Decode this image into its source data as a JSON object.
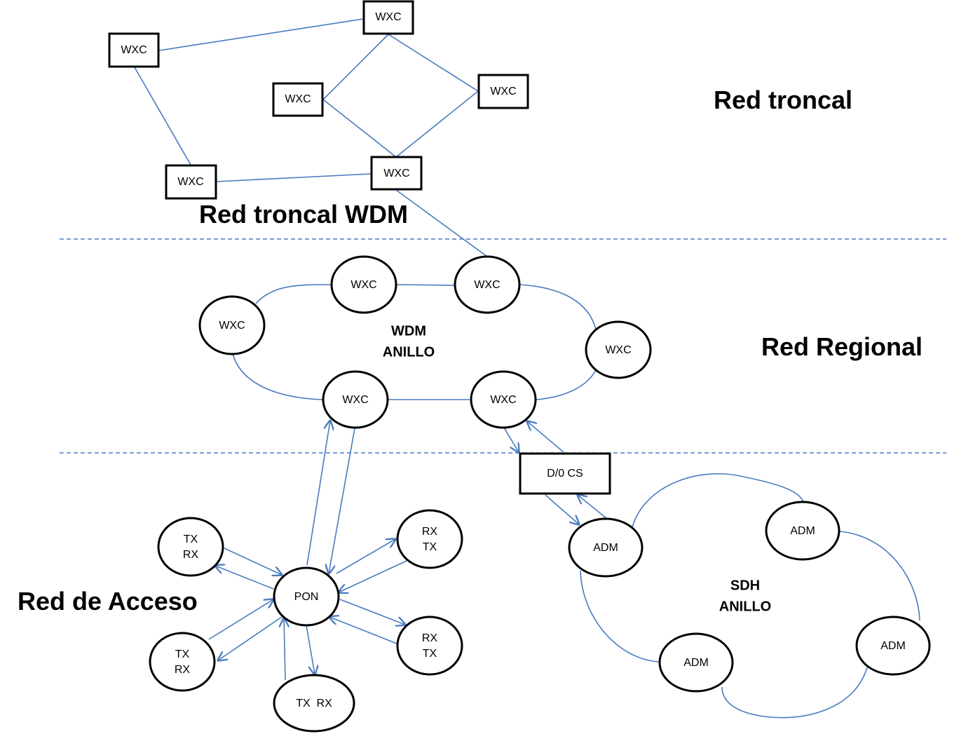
{
  "colors": {
    "edge": "#4a7bbf",
    "node_border": "#000000",
    "text": "#000000",
    "background": "#ffffff"
  },
  "sections": {
    "backbone": "Red troncal",
    "backbone_wdm": "Red troncal WDM",
    "regional": "Red Regional",
    "access": "Red de Acceso"
  },
  "rings": {
    "wdm": [
      "WDM",
      "ANILLO"
    ],
    "sdh": [
      "SDH",
      "ANILLO"
    ]
  },
  "nodes": {
    "backbone_a": [
      "WXC"
    ],
    "backbone_b": [
      "WXC"
    ],
    "backbone_c": [
      "WXC"
    ],
    "backbone_d": [
      "WXC"
    ],
    "backbone_e": [
      "WXC"
    ],
    "backbone_f": [
      "WXC"
    ],
    "ring_a": [
      "WXC"
    ],
    "ring_b": [
      "WXC"
    ],
    "ring_c": [
      "WXC"
    ],
    "ring_d": [
      "WXC"
    ],
    "ring_e": [
      "WXC"
    ],
    "ring_f": [
      "WXC"
    ],
    "docs": [
      "D/0 CS"
    ],
    "adm_a": [
      "ADM"
    ],
    "adm_b": [
      "ADM"
    ],
    "adm_c": [
      "ADM"
    ],
    "adm_d": [
      "ADM"
    ],
    "pon": [
      "PON"
    ],
    "term_a": [
      "TX",
      "RX"
    ],
    "term_b": [
      "TX",
      "RX"
    ],
    "term_c": [
      "RX",
      "TX"
    ],
    "term_d": [
      "RX",
      "TX"
    ],
    "term_e": [
      "TX  RX"
    ]
  }
}
